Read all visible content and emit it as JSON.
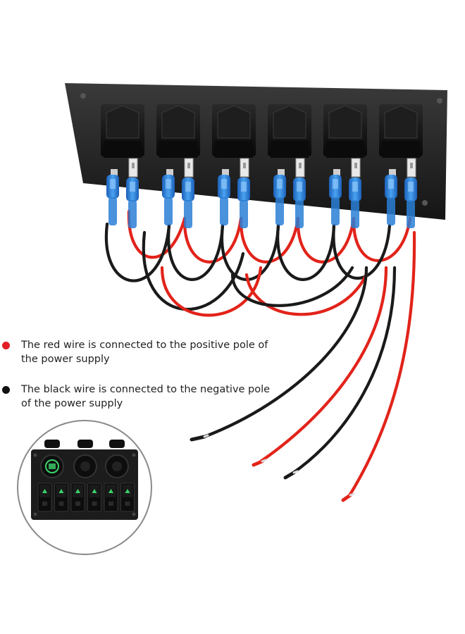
{
  "notes": {
    "red": {
      "text": "The red wire is connected to the positive pole of the power supply",
      "color": "#e31e24"
    },
    "black": {
      "text": "The black wire is connected to the negative pole of the power supply",
      "color": "#111111"
    }
  },
  "product": {
    "switch_count": 6,
    "socket_count": 2,
    "indicator_color": "#3bd36a",
    "wire_red": "#e2231a",
    "wire_black": "#1a1a1a",
    "connector_blue": "#2a7fd6"
  }
}
